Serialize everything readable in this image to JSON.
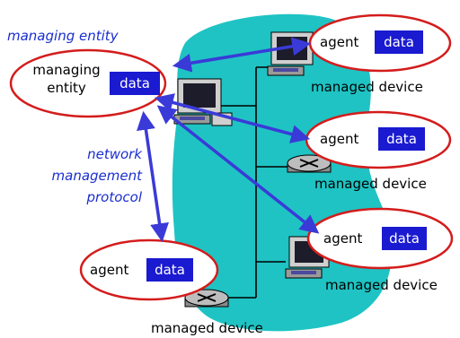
{
  "labels": {
    "managing_entity_title": "managing entity",
    "manager_line1": "managing",
    "manager_line2": "entity",
    "data": "data",
    "agent": "agent",
    "managed_device": "managed device",
    "protocol_line1": "network",
    "protocol_line2": "management",
    "protocol_line3": "protocol"
  },
  "colors": {
    "network_cloud": "#1fc3c3",
    "ellipse_outline": "#d41c1c",
    "ellipse_fill": "#ffffff",
    "data_box": "#1a1ad0",
    "arrow": "#3a3ad8",
    "italic_text": "#1a2ecf"
  },
  "icons": [
    "computer-icon",
    "router-icon"
  ]
}
